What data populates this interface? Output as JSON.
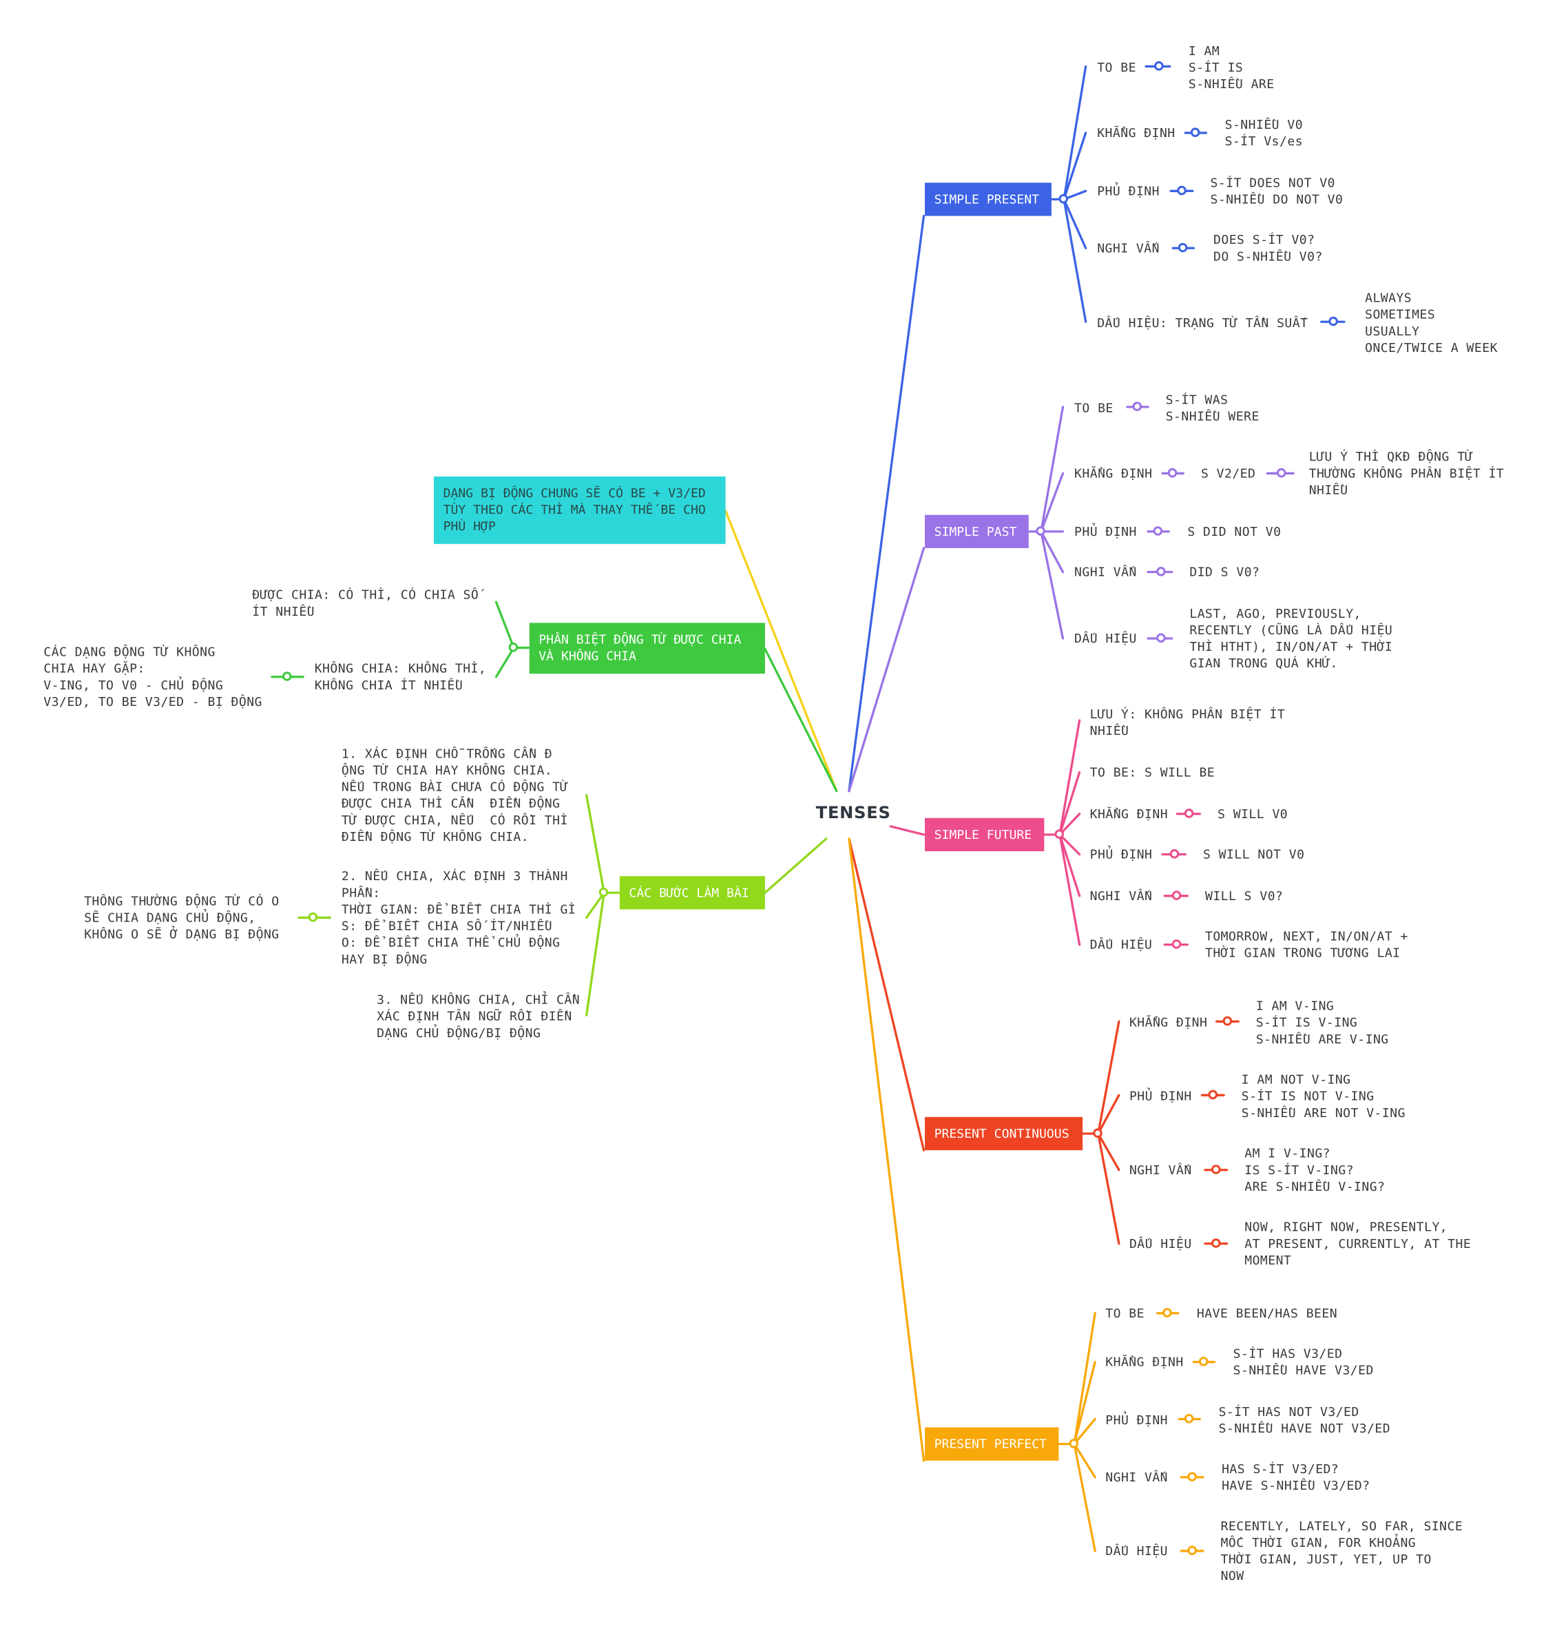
{
  "root": {
    "label": "TENSES"
  },
  "colors": {
    "present": "#3c63e5",
    "past": "#9a73e6",
    "future": "#ee4d8c",
    "continuous": "#ef4423",
    "perfect": "#f9a80a",
    "passive": "#2dd7d9",
    "distinguish": "#3fc93f",
    "steps": "#92d81b",
    "connector": "#f6d21a"
  },
  "branches": {
    "simple_present": {
      "title": "SIMPLE PRESENT",
      "items": [
        {
          "label": "TO BE",
          "detail": "I AM\nS-ÍT IS\nS-NHIỀU ARE"
        },
        {
          "label": "KHẲNG ĐỊNH",
          "detail": "S-NHIỀU V0\nS-ÍT Vs/es"
        },
        {
          "label": "PHỦ ĐỊNH",
          "detail": "S-ÍT DOES NOT V0\nS-NHIỀU DO NOT V0"
        },
        {
          "label": "NGHI VẤN",
          "detail": "DOES S-ÍT V0?\nDO S-NHIỀU V0?"
        },
        {
          "label": "DẤU HIỆU: TRẠNG TỪ TẦN SUẤT",
          "detail": "ALWAYS\nSOMETIMES\nUSUALLY\nONCE/TWICE A WEEK"
        }
      ]
    },
    "simple_past": {
      "title": "SIMPLE PAST",
      "items": [
        {
          "label": "TO BE",
          "detail": "S-ÍT WAS\nS-NHIỀU WERE"
        },
        {
          "label": "KHẲNG ĐỊNH",
          "detail": "S V2/ED",
          "note": "LƯU Ý THÌ QKĐ ĐỘNG TỪ\nTHƯỜNG KHÔNG PHÂN BIỆT ÍT\nNHIỀU"
        },
        {
          "label": "PHỦ ĐỊNH",
          "detail": "S DID NOT V0"
        },
        {
          "label": "NGHI VẤN",
          "detail": "DID S V0?"
        },
        {
          "label": "DẤU HIỆU",
          "detail": "LAST, AGO, PREVIOUSLY,\nRECENTLY (CŨNG LÀ DẤU HIỆU\nTHÌ HTHT), IN/ON/AT + THỜI\nGIAN TRONG QUÁ KHỨ."
        }
      ]
    },
    "simple_future": {
      "title": "SIMPLE FUTURE",
      "items": [
        {
          "label": "LƯU Ý: KHÔNG PHÂN BIỆT ÍT\nNHIỀU"
        },
        {
          "label": "TO BE: S WILL BE"
        },
        {
          "label": "KHẲNG ĐỊNH",
          "detail": "S WILL V0"
        },
        {
          "label": "PHỦ ĐỊNH",
          "detail": "S WILL NOT V0"
        },
        {
          "label": "NGHI VẤN",
          "detail": "WILL S V0?"
        },
        {
          "label": "DẤU HIỆU",
          "detail": "TOMORROW, NEXT, IN/ON/AT +\nTHỜI GIAN TRONG TƯƠNG LAI"
        }
      ]
    },
    "present_continuous": {
      "title": "PRESENT CONTINUOUS",
      "items": [
        {
          "label": "KHẲNG ĐỊNH",
          "detail": "I AM V-ING\nS-ÍT IS V-ING\nS-NHIỀU ARE V-ING"
        },
        {
          "label": "PHỦ ĐỊNH",
          "detail": "I AM NOT V-ING\nS-ÍT IS NOT V-ING\nS-NHIỀU ARE NOT V-ING"
        },
        {
          "label": "NGHI VẤN",
          "detail": "AM I V-ING?\nIS S-ÍT V-ING?\nARE S-NHIỀU V-ING?"
        },
        {
          "label": "DẤU HIỆU",
          "detail": "NOW, RIGHT NOW, PRESENTLY,\nAT PRESENT, CURRENTLY, AT THE\nMOMENT"
        }
      ]
    },
    "present_perfect": {
      "title": "PRESENT PERFECT",
      "items": [
        {
          "label": "TO BE",
          "detail": "HAVE BEEN/HAS BEEN"
        },
        {
          "label": "KHẲNG ĐỊNH",
          "detail": "S-ÍT HAS V3/ED\nS-NHIỀU HAVE V3/ED"
        },
        {
          "label": "PHỦ ĐỊNH",
          "detail": "S-ÍT HAS NOT V3/ED\nS-NHIỀU HAVE NOT V3/ED"
        },
        {
          "label": "NGHI VẤN",
          "detail": "HAS S-ÍT V3/ED?\nHAVE S-NHIỀU V3/ED?"
        },
        {
          "label": "DẤU HIỆU",
          "detail": "RECENTLY, LATELY, SO FAR, SINCE\nMỐC THỜI GIAN, FOR KHOẢNG\nTHỜI GIAN, JUST, YET, UP TO\nNOW"
        }
      ]
    },
    "passive": {
      "title": "DẠNG BỊ ĐỘNG CHUNG SẼ CÓ BE + V3/ED\nTÙY THEO CÁC THÌ MÀ THAY THẾ BE CHO\nPHÙ HỢP"
    },
    "distinguish": {
      "title": "PHÂN BIỆT ĐỘNG TỪ ĐƯỢC CHIA\nVÀ KHÔNG CHIA",
      "items": [
        {
          "label": "ĐƯỢC CHIA: CÓ THÌ, CÓ CHIA SỐ\nÍT NHIỀU"
        },
        {
          "label": "KHÔNG CHIA: KHÔNG THÌ,\nKHÔNG CHIA ÍT NHIỀU",
          "detail": "CÁC DẠNG ĐỘNG TỪ KHÔNG\nCHIA HAY GẶP:\nV-ING, TO V0 - CHỦ ĐỘNG\nV3/ED, TO BE V3/ED - BỊ ĐỘNG"
        }
      ]
    },
    "steps": {
      "title": "CÁC BƯỚC LÀM BÀI",
      "items": [
        {
          "label": "1. XÁC ĐỊNH CHỖ TRỐNG CẦN Đ\nỘNG TỪ CHIA HAY KHÔNG CHIA.\nNẾU TRONG BÀI CHƯA CÓ ĐỘNG TỪ\nĐƯỢC CHIA THÌ CẦN  ĐIỀN ĐỘNG\nTỪ ĐƯỢC CHIA, NẾU  CÓ RỒI THÌ\nĐIỀN ĐỘNG TỪ KHÔNG CHIA."
        },
        {
          "label": "2. NẾU CHIA, XÁC ĐỊNH 3 THÀNH\nPHẦN:\nTHỜI GIAN: ĐỂ BIẾT CHIA THÌ GÌ\nS: ĐỂ BIẾT CHIA SỐ ÍT/NHIỀU\nO: ĐỂ BIẾT CHIA THỂ CHỦ ĐỘNG\nHAY BỊ ĐỘNG",
          "detail": "THÔNG THƯỜNG ĐỘNG TỪ CÓ O\nSẼ CHIA DẠNG CHỦ ĐỘNG,\nKHÔNG O SẼ Ở DẠNG BỊ ĐỘNG"
        },
        {
          "label": "3. NẾU KHÔNG CHIA, CHỈ CẦN\nXÁC ĐỊNH TÂN NGỮ RỒI ĐIỀN\nDẠNG CHỦ ĐỘNG/BỊ ĐỘNG"
        }
      ]
    }
  }
}
